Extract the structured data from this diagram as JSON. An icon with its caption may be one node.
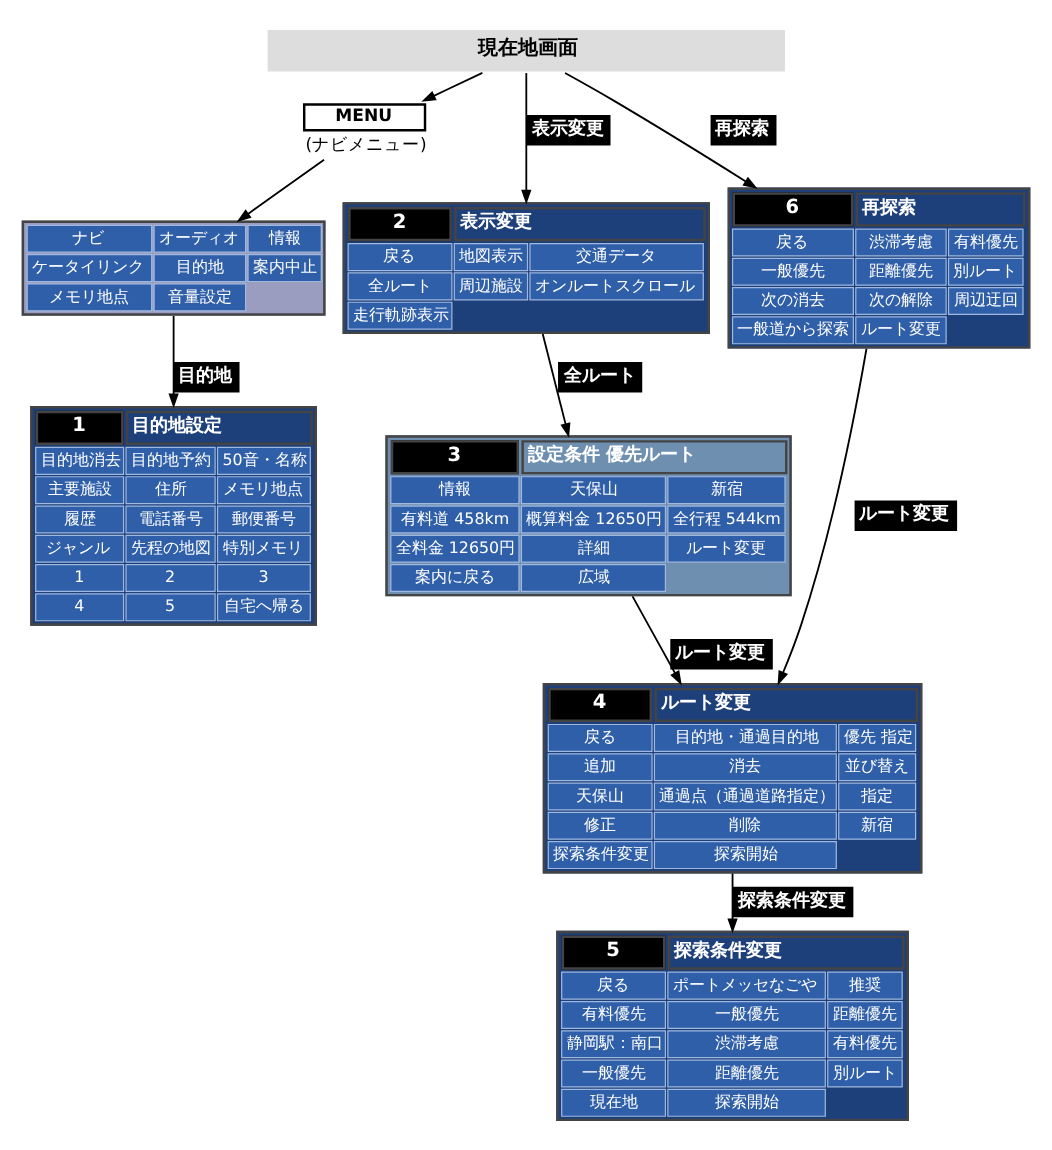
{
  "diagram": {
    "nodes": [
      {
        "text": [
          "現在地画面"
        ]
      },
      {
        "text": [
          "MENU"
        ],
        "beside": [
          "(ナビメニュー)"
        ]
      },
      {
        "text": [
          "ナビ",
          "オーディオ",
          "情報",
          "ケータイリンク",
          "目的地",
          "案内中止",
          "メモリ地点",
          "音量設定"
        ]
      },
      {
        "text": [
          "2",
          "表示変更",
          "戻る",
          "地図表示",
          "交通データ",
          "全ルート",
          "周辺施設",
          "オンルートスクロール",
          "走行軌跡表示"
        ]
      },
      {
        "text": [
          "6",
          "再探索",
          "戻る",
          "渋滞考慮",
          "有料優先",
          "一般優先",
          "距離優先",
          "別ルート",
          "次の消去",
          "次の解除",
          "周辺迂回",
          "一般道から探索",
          "ルート変更"
        ]
      },
      {
        "text": [
          "1",
          "目的地設定",
          "目的地消去",
          "目的地予約",
          "50音・名称",
          "主要施設",
          "住所",
          "メモリ地点",
          "履歴",
          "電話番号",
          "郵便番号",
          "ジャンル",
          "先程の地図",
          "特別メモリ",
          "1",
          "2",
          "3",
          "4",
          "5",
          "自宅へ帰る"
        ]
      },
      {
        "text": [
          "3",
          "設定条件 優先ルート",
          "情報",
          "天保山",
          "新宿",
          "有料道 458km",
          "概算料金 12650円",
          "全行程 544km",
          "全料金 12650円",
          "詳細",
          "ルート変更",
          "案内に戻る",
          "広域"
        ]
      },
      {
        "text": [
          "4",
          "ルート変更",
          "戻る",
          "目的地・通過目的地",
          "優先 指定",
          "追加",
          "消去",
          "並び替え",
          "天保山",
          "通過点（通過道路指定）",
          "指定",
          "修正",
          "削除",
          "新宿",
          "探索条件変更",
          "探索開始"
        ]
      },
      {
        "text": [
          "5",
          "探索条件変更",
          "戻る",
          "ポートメッセなごや",
          "推奨",
          "有料優先",
          "一般優先",
          "距離優先",
          "静岡駅：南口",
          "渋滞考慮",
          "有料優先",
          "一般優先",
          "距離優先",
          "別ルート",
          "現在地",
          "探索開始"
        ]
      }
    ],
    "edges": [
      {
        "from": 0,
        "to": 1,
        "arrow": "to"
      },
      {
        "from": 1,
        "to": 2,
        "arrow": "to"
      },
      {
        "from": 0,
        "to": 3,
        "arrow": "to",
        "label": "表示変更"
      },
      {
        "from": 0,
        "to": 4,
        "arrow": "to",
        "label": "再探索"
      },
      {
        "from": 2,
        "to": 5,
        "arrow": "to",
        "label": "目的地"
      },
      {
        "from": 3,
        "to": 6,
        "arrow": "to",
        "label": "全ルート"
      },
      {
        "from": 6,
        "to": 7,
        "arrow": "to",
        "label": "ルート変更"
      },
      {
        "from": 4,
        "to": 7,
        "arrow": "to",
        "label": "ルート変更"
      },
      {
        "from": 7,
        "to": 8,
        "arrow": "to",
        "label": "探索条件変更"
      }
    ]
  }
}
